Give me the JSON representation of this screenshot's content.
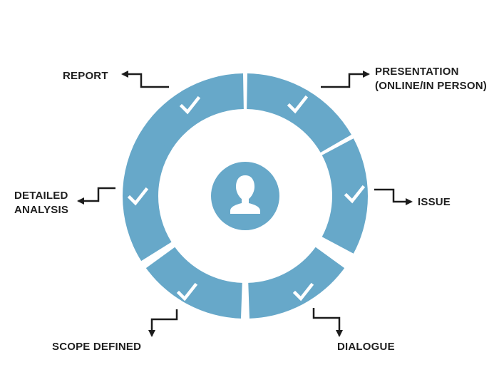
{
  "colors": {
    "segment": "#67a8c9",
    "center": "#67a8c9",
    "check": "#ffffff",
    "arrow": "#1c1c1c",
    "text": "#1f1f1f"
  },
  "center": {
    "icon": "user-icon"
  },
  "stages": [
    {
      "id": "report",
      "lines": [
        "REPORT"
      ],
      "check_icon": "checkmark-icon"
    },
    {
      "id": "presentation",
      "lines": [
        "PRESENTATION",
        "(ONLINE/IN PERSON)"
      ],
      "check_icon": "checkmark-icon"
    },
    {
      "id": "detailed-analysis",
      "lines": [
        "DETAILED",
        "ANALYSIS"
      ],
      "check_icon": "checkmark-icon"
    },
    {
      "id": "issue",
      "lines": [
        "ISSUE"
      ],
      "check_icon": "checkmark-icon"
    },
    {
      "id": "scope-defined",
      "lines": [
        "SCOPE DEFINED"
      ],
      "check_icon": "checkmark-icon"
    },
    {
      "id": "dialogue",
      "lines": [
        "DIALOGUE"
      ],
      "check_icon": "checkmark-icon"
    }
  ]
}
